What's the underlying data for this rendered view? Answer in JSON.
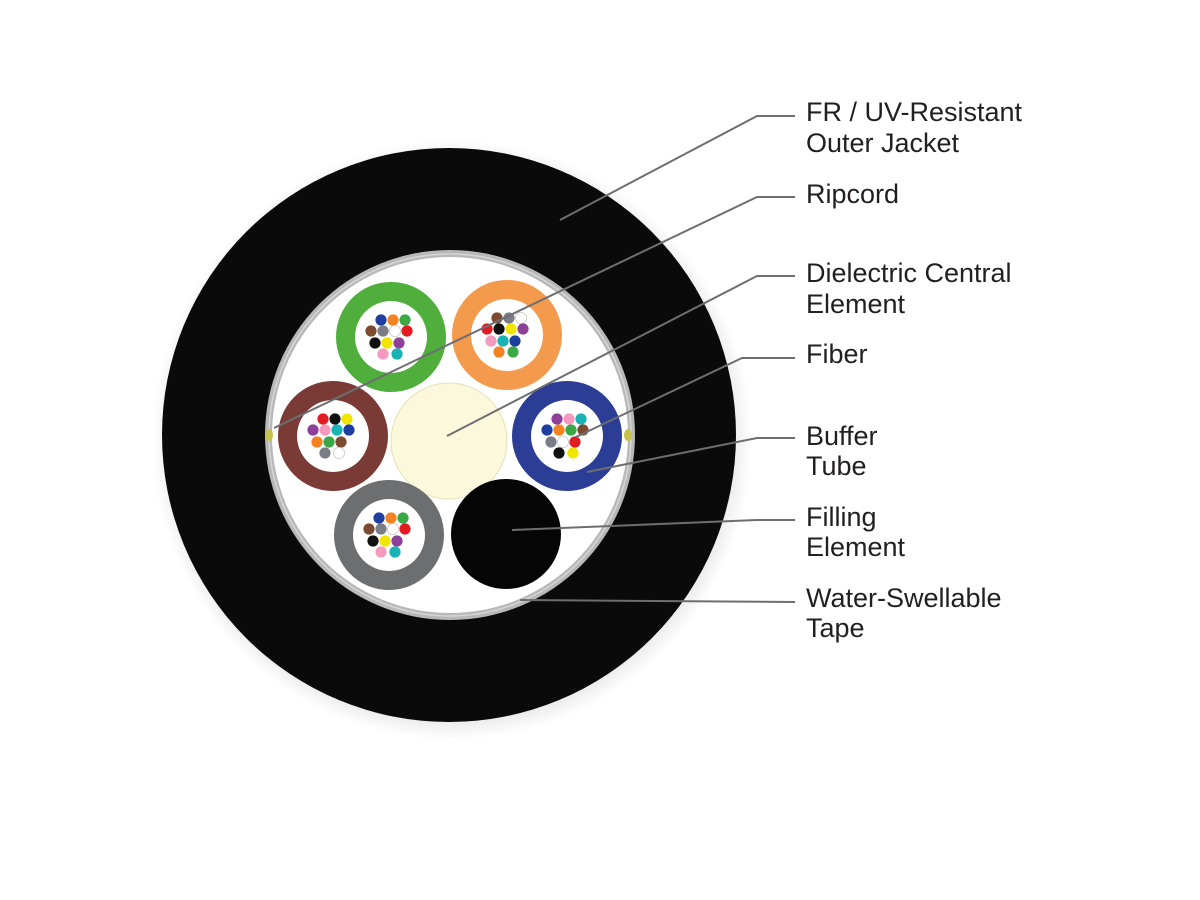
{
  "labels": [
    {
      "id": "outer-jacket",
      "lines": [
        "FR / UV-Resistant",
        "Outer Jacket"
      ]
    },
    {
      "id": "ripcord",
      "lines": [
        "Ripcord"
      ]
    },
    {
      "id": "central-element",
      "lines": [
        "Dielectric Central",
        "Element"
      ]
    },
    {
      "id": "fiber",
      "lines": [
        "Fiber"
      ]
    },
    {
      "id": "buffer-tube",
      "lines": [
        "Buffer",
        "Tube"
      ]
    },
    {
      "id": "filling-element",
      "lines": [
        "Filling",
        "Element"
      ]
    },
    {
      "id": "water-swellable-tape",
      "lines": [
        "Water-Swellable",
        "Tape"
      ]
    }
  ],
  "colors": {
    "jacket": "#0a0a0a",
    "tape": "#b8b8b8",
    "core_fill": "#ffffff",
    "central_element": "#fbf8dc",
    "filling_element": "#050505",
    "ripcord": "#c9c04a",
    "leader_line": "#6d6e71",
    "text": "#231f20"
  },
  "tubes": [
    {
      "id": "tube-green",
      "color": "#4fae3c"
    },
    {
      "id": "tube-orange",
      "color": "#f39a4c"
    },
    {
      "id": "tube-brown",
      "color": "#7a3b36"
    },
    {
      "id": "tube-blue",
      "color": "#2b3d94"
    },
    {
      "id": "tube-gray",
      "color": "#6d6e6f"
    }
  ],
  "fiber_colors": [
    "#1f3fa0",
    "#f58220",
    "#3aa845",
    "#7b4a2f",
    "#7a7d86",
    "#ffffff",
    "#e21b23",
    "#111111",
    "#f2e600",
    "#8e3f97",
    "#f49ac1",
    "#18b3b4"
  ]
}
